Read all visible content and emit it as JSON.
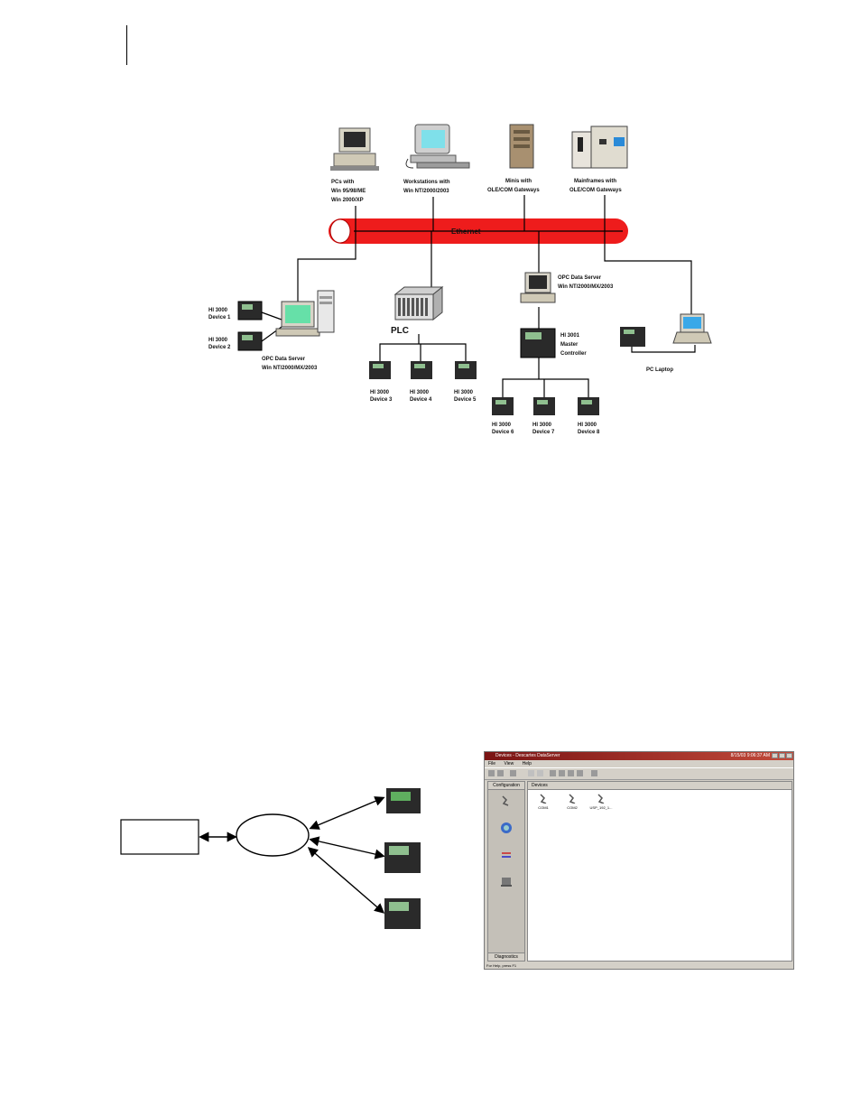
{
  "network_diagram": {
    "nodes": {
      "pcs": [
        "PCs with",
        "Win 95/98/ME",
        "Win 2000/XP"
      ],
      "workstations": [
        "Workstations with",
        "Win NT/2000/2003"
      ],
      "minis": [
        "Minis with",
        "OLE/COM Gateways"
      ],
      "mainframes": [
        "Mainframes with",
        "OLE/COM Gateways"
      ],
      "ethernet": "Ethernet",
      "opc_server_left": [
        "OPC Data Server",
        "Win NT/2000/MX/2003"
      ],
      "opc_server_right": [
        "OPC Data Server",
        "Win NT/2000/MX/2003"
      ],
      "plc": "PLC",
      "master_controller": [
        "HI 3001",
        "Master",
        "Controller"
      ],
      "pc_laptop": "PC Laptop",
      "device1": [
        "HI 3000",
        "Device 1"
      ],
      "device2": [
        "HI 3000",
        "Device 2"
      ],
      "device3": [
        "HI 3000",
        "Device 3"
      ],
      "device4": [
        "HI 3000",
        "Device 4"
      ],
      "device5": [
        "HI 3000",
        "Device 5"
      ],
      "device6": [
        "HI 3000",
        "Device 6"
      ],
      "device7": [
        "HI 3000",
        "Device 7"
      ],
      "device8": [
        "HI 3000",
        "Device 8"
      ]
    },
    "colors": {
      "ethernet": "#ee1c1c",
      "screen": "#66e0d8",
      "device": "#2a2a2a"
    }
  },
  "screenshot": {
    "title": "Devices - Descartes DataServer",
    "clock": "8/15/03 9:06:37 AM",
    "menu": [
      "File",
      "View",
      "Help"
    ],
    "left_header": "Configuration",
    "left_footer": "Diagnostics",
    "right_header": "Devices",
    "devices": [
      "COM1",
      "COM2",
      "USP_192_1..."
    ],
    "status": "For Help, press F1"
  }
}
